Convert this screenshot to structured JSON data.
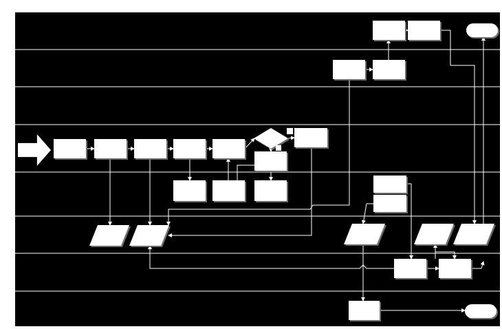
{
  "diagram": {
    "title": "",
    "colors": {
      "background": "#000000",
      "page": "#ffffff",
      "lane_line": "#ffffff",
      "box_fill": "#ffffff",
      "box_shadow": "#6e6e6e",
      "connector": "#ffffff"
    },
    "lanes": [
      {
        "id": "lane-1",
        "label": ""
      },
      {
        "id": "lane-2",
        "label": ""
      },
      {
        "id": "lane-3",
        "label": ""
      },
      {
        "id": "lane-4",
        "label": ""
      },
      {
        "id": "lane-5",
        "label": ""
      },
      {
        "id": "lane-6",
        "label": ""
      },
      {
        "id": "lane-7",
        "label": ""
      },
      {
        "id": "lane-8",
        "label": ""
      }
    ],
    "nodes": [
      {
        "id": "start-arrow",
        "shape": "block-arrow",
        "label": ""
      },
      {
        "id": "step-1",
        "shape": "process",
        "label": ""
      },
      {
        "id": "step-2",
        "shape": "process",
        "label": ""
      },
      {
        "id": "step-3",
        "shape": "process",
        "label": ""
      },
      {
        "id": "step-4",
        "shape": "process",
        "label": ""
      },
      {
        "id": "step-5",
        "shape": "process",
        "label": ""
      },
      {
        "id": "decision",
        "shape": "decision",
        "label": ""
      },
      {
        "id": "step-6",
        "shape": "process",
        "label": ""
      },
      {
        "id": "step-7",
        "shape": "process",
        "label": ""
      },
      {
        "id": "sub-1",
        "shape": "process",
        "label": ""
      },
      {
        "id": "sub-2",
        "shape": "process",
        "label": ""
      },
      {
        "id": "sub-3",
        "shape": "process",
        "label": ""
      },
      {
        "id": "data-1",
        "shape": "data",
        "label": ""
      },
      {
        "id": "data-2",
        "shape": "data",
        "label": ""
      },
      {
        "id": "top-1",
        "shape": "process",
        "label": ""
      },
      {
        "id": "top-2",
        "shape": "process",
        "label": ""
      },
      {
        "id": "top-3",
        "shape": "process",
        "label": ""
      },
      {
        "id": "top-4",
        "shape": "process",
        "label": ""
      },
      {
        "id": "end-top",
        "shape": "terminator",
        "label": ""
      },
      {
        "id": "mid-1",
        "shape": "process",
        "label": ""
      },
      {
        "id": "mid-2",
        "shape": "process",
        "label": ""
      },
      {
        "id": "data-3",
        "shape": "data",
        "label": ""
      },
      {
        "id": "data-4",
        "shape": "data",
        "label": ""
      },
      {
        "id": "data-5",
        "shape": "data",
        "label": ""
      },
      {
        "id": "low-1",
        "shape": "process",
        "label": ""
      },
      {
        "id": "low-2",
        "shape": "process",
        "label": ""
      },
      {
        "id": "bottom-1",
        "shape": "process",
        "label": ""
      },
      {
        "id": "end-bottom",
        "shape": "terminator",
        "label": ""
      },
      {
        "id": "marker-1",
        "shape": "marker",
        "label": ""
      },
      {
        "id": "marker-2",
        "shape": "marker",
        "label": ""
      }
    ]
  }
}
